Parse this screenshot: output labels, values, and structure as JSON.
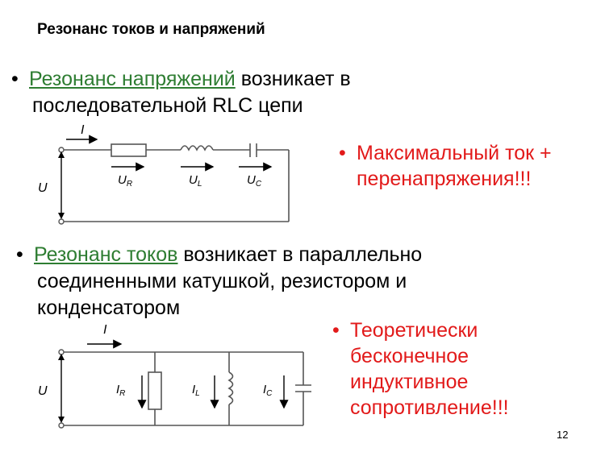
{
  "title": "Резонанс токов и напряжений",
  "bullet1": {
    "term": "Резонанс напряжений",
    "rest": " возникает в",
    "line2": "последовательной RLC цепи"
  },
  "note1": {
    "line1": "Максимальный ток +",
    "line2": "перенапряжения!!!"
  },
  "bullet2": {
    "term": "Резонанс токов",
    "rest": " возникает в параллельно",
    "line2": "соединенными катушкой, резистором и",
    "line3": "конденсатором"
  },
  "note2": {
    "line1": "Теоретически",
    "line2": "бесконечное",
    "line3": "индуктивное",
    "line4": "сопротивление!!!"
  },
  "circuit1": {
    "current_label": "I",
    "voltage_label": "U",
    "ur_main": "U",
    "ur_sub": "R",
    "ul_main": "U",
    "ul_sub": "L",
    "uc_main": "U",
    "uc_sub": "C"
  },
  "circuit2": {
    "current_label": "I",
    "voltage_label": "U",
    "ir_main": "I",
    "ir_sub": "R",
    "il_main": "I",
    "il_sub": "L",
    "ic_main": "I",
    "ic_sub": "C"
  },
  "page_number": "12",
  "colors": {
    "term": "#2e7d32",
    "note": "#e21a1a",
    "text": "#000000"
  }
}
